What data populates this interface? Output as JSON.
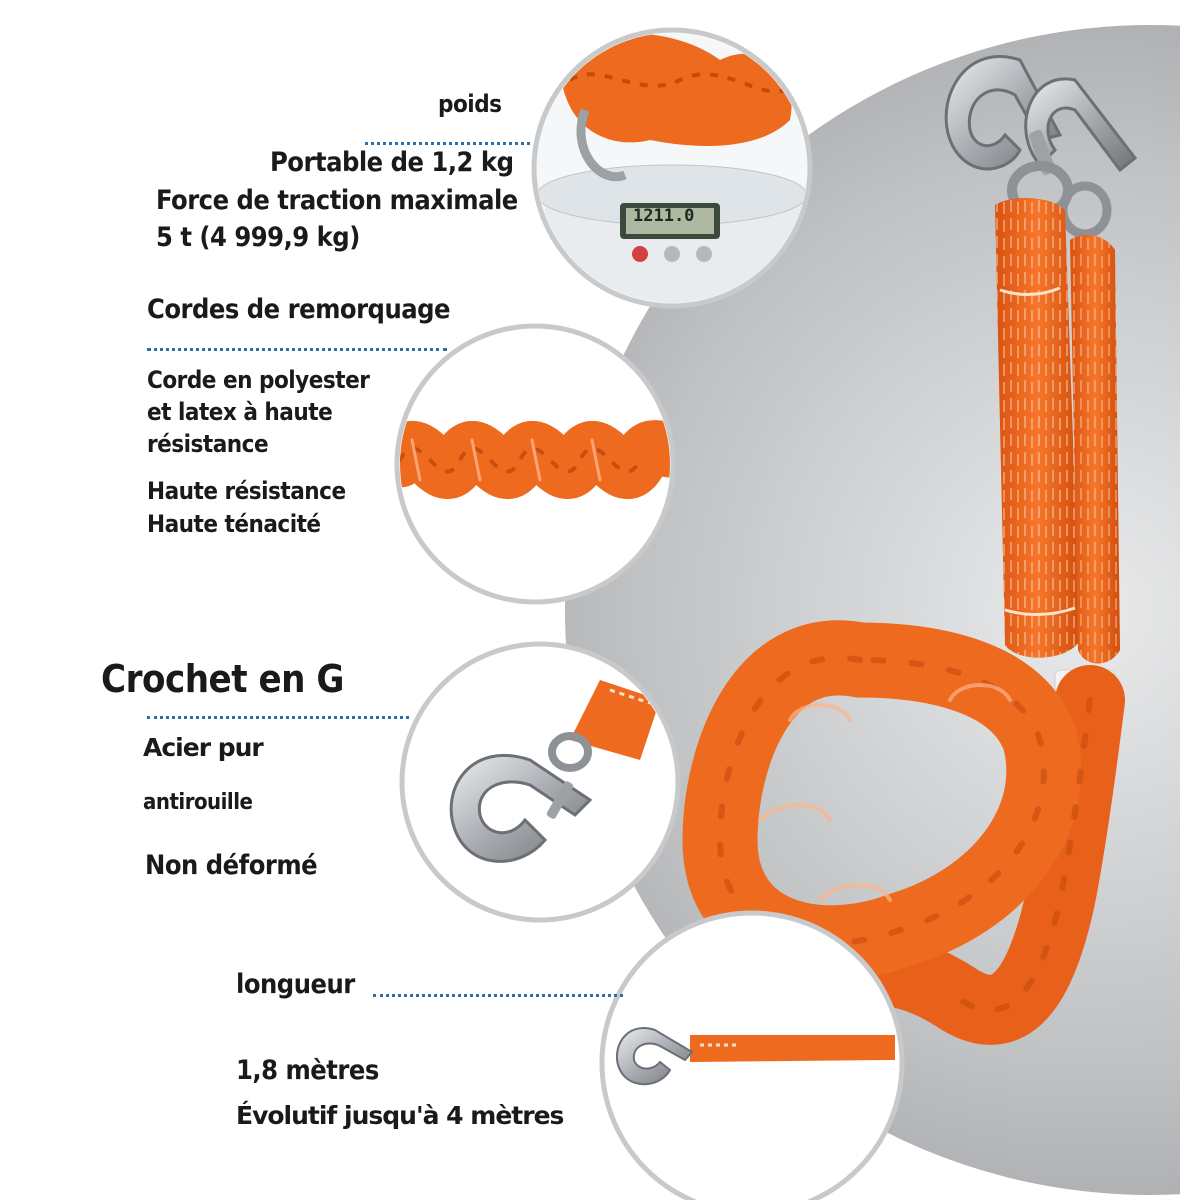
{
  "weight": {
    "heading": "poids",
    "line1": "Portable de 1,2 kg",
    "line2": "Force de traction maximale",
    "line3": "5 t (4 999,9 kg)",
    "scale_readout": "1211.0"
  },
  "rope": {
    "heading": "Cordes de remorquage",
    "line1": "Corde en polyester",
    "line2": "et latex à haute",
    "line3": "résistance",
    "line4": "Haute résistance",
    "line5": "Haute ténacité"
  },
  "hook": {
    "heading": "Crochet en G",
    "line1": "Acier pur",
    "line2": "antirouille",
    "line3": "Non déformé"
  },
  "length": {
    "heading": "longueur",
    "line1": "1,8 mètres",
    "line2": "Évolutif jusqu'à 4 mètres"
  },
  "colors": {
    "rope_orange": "#f2661a",
    "rope_dark": "#c9470b",
    "steel": "#b9bcc0",
    "backdrop_gray": "#a9abae",
    "divider_blue": "#2e6ea8"
  }
}
